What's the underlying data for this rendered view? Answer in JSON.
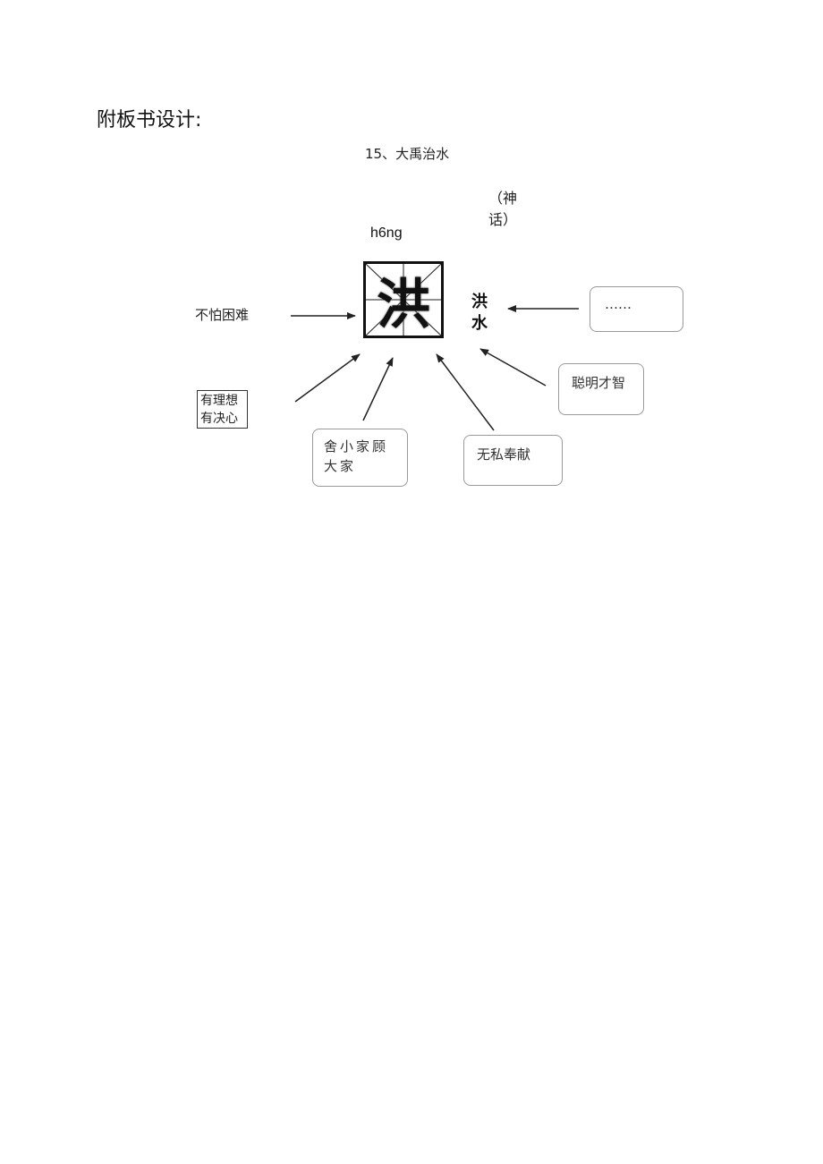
{
  "heading": "附板书设计:",
  "lesson_title": "15、大禹治水",
  "genre_line1": "（神",
  "genre_line2": "话）",
  "pinyin": "h6ng",
  "big_character": "洪",
  "vertical_word": [
    "洪",
    "水"
  ],
  "labels": {
    "afraid": "不怕困难",
    "ideal_line1": "有理想",
    "ideal_line2": "有决心",
    "dots": "……",
    "smart": "聪明才智",
    "selfless": "无私奉献",
    "family_line1": "舍小家顾",
    "family_line2": "大家"
  }
}
